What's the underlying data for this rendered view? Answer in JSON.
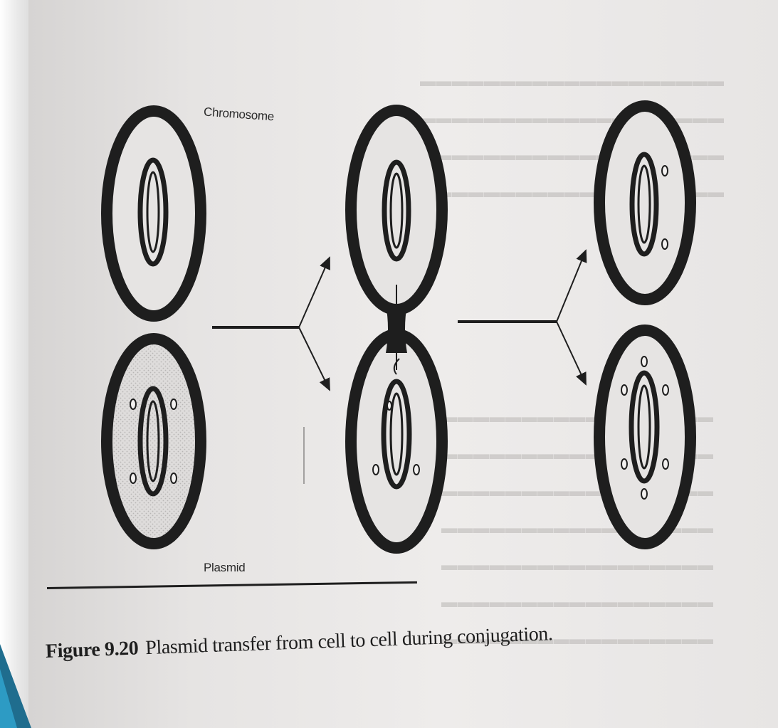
{
  "figure": {
    "number": "Figure 9.20",
    "caption": "Plasmid transfer from cell to cell during conjugation."
  },
  "labels": {
    "chromosome": "Chromosome",
    "plasmid": "Plasmid"
  },
  "stages": [
    {
      "name": "separate-cells"
    },
    {
      "name": "conjugating-cells"
    },
    {
      "name": "daughter-cells"
    }
  ],
  "colors": {
    "ink": "#1e1e1e",
    "paper": "#e9e7e6",
    "accent": "#1f6d8e"
  }
}
